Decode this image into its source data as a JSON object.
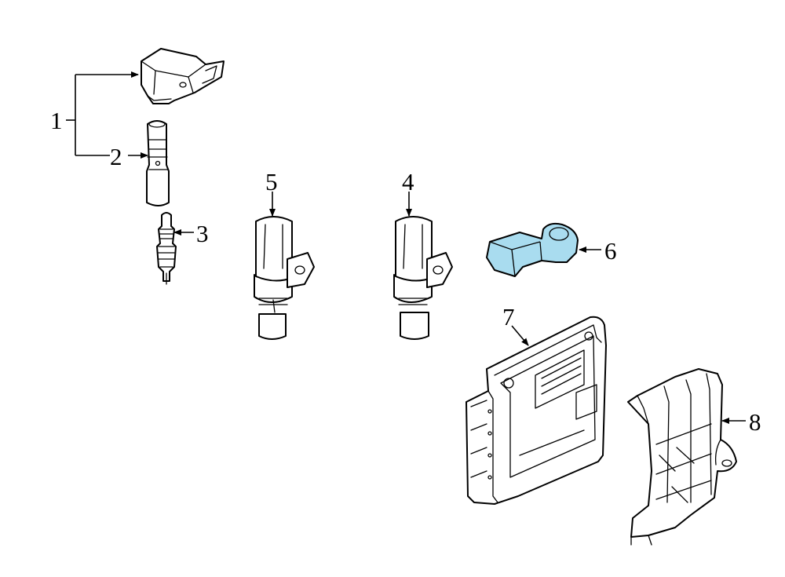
{
  "diagram": {
    "highlight_color": "#a9dcef",
    "callouts": [
      {
        "id": "ignition-coil-assembly",
        "number": "1"
      },
      {
        "id": "coil-boot",
        "number": "2"
      },
      {
        "id": "spark-plug",
        "number": "3"
      },
      {
        "id": "sensor-a",
        "number": "4"
      },
      {
        "id": "sensor-b",
        "number": "5"
      },
      {
        "id": "highlighted-sensor",
        "number": "6"
      },
      {
        "id": "control-module",
        "number": "7"
      },
      {
        "id": "module-bracket",
        "number": "8"
      }
    ]
  }
}
